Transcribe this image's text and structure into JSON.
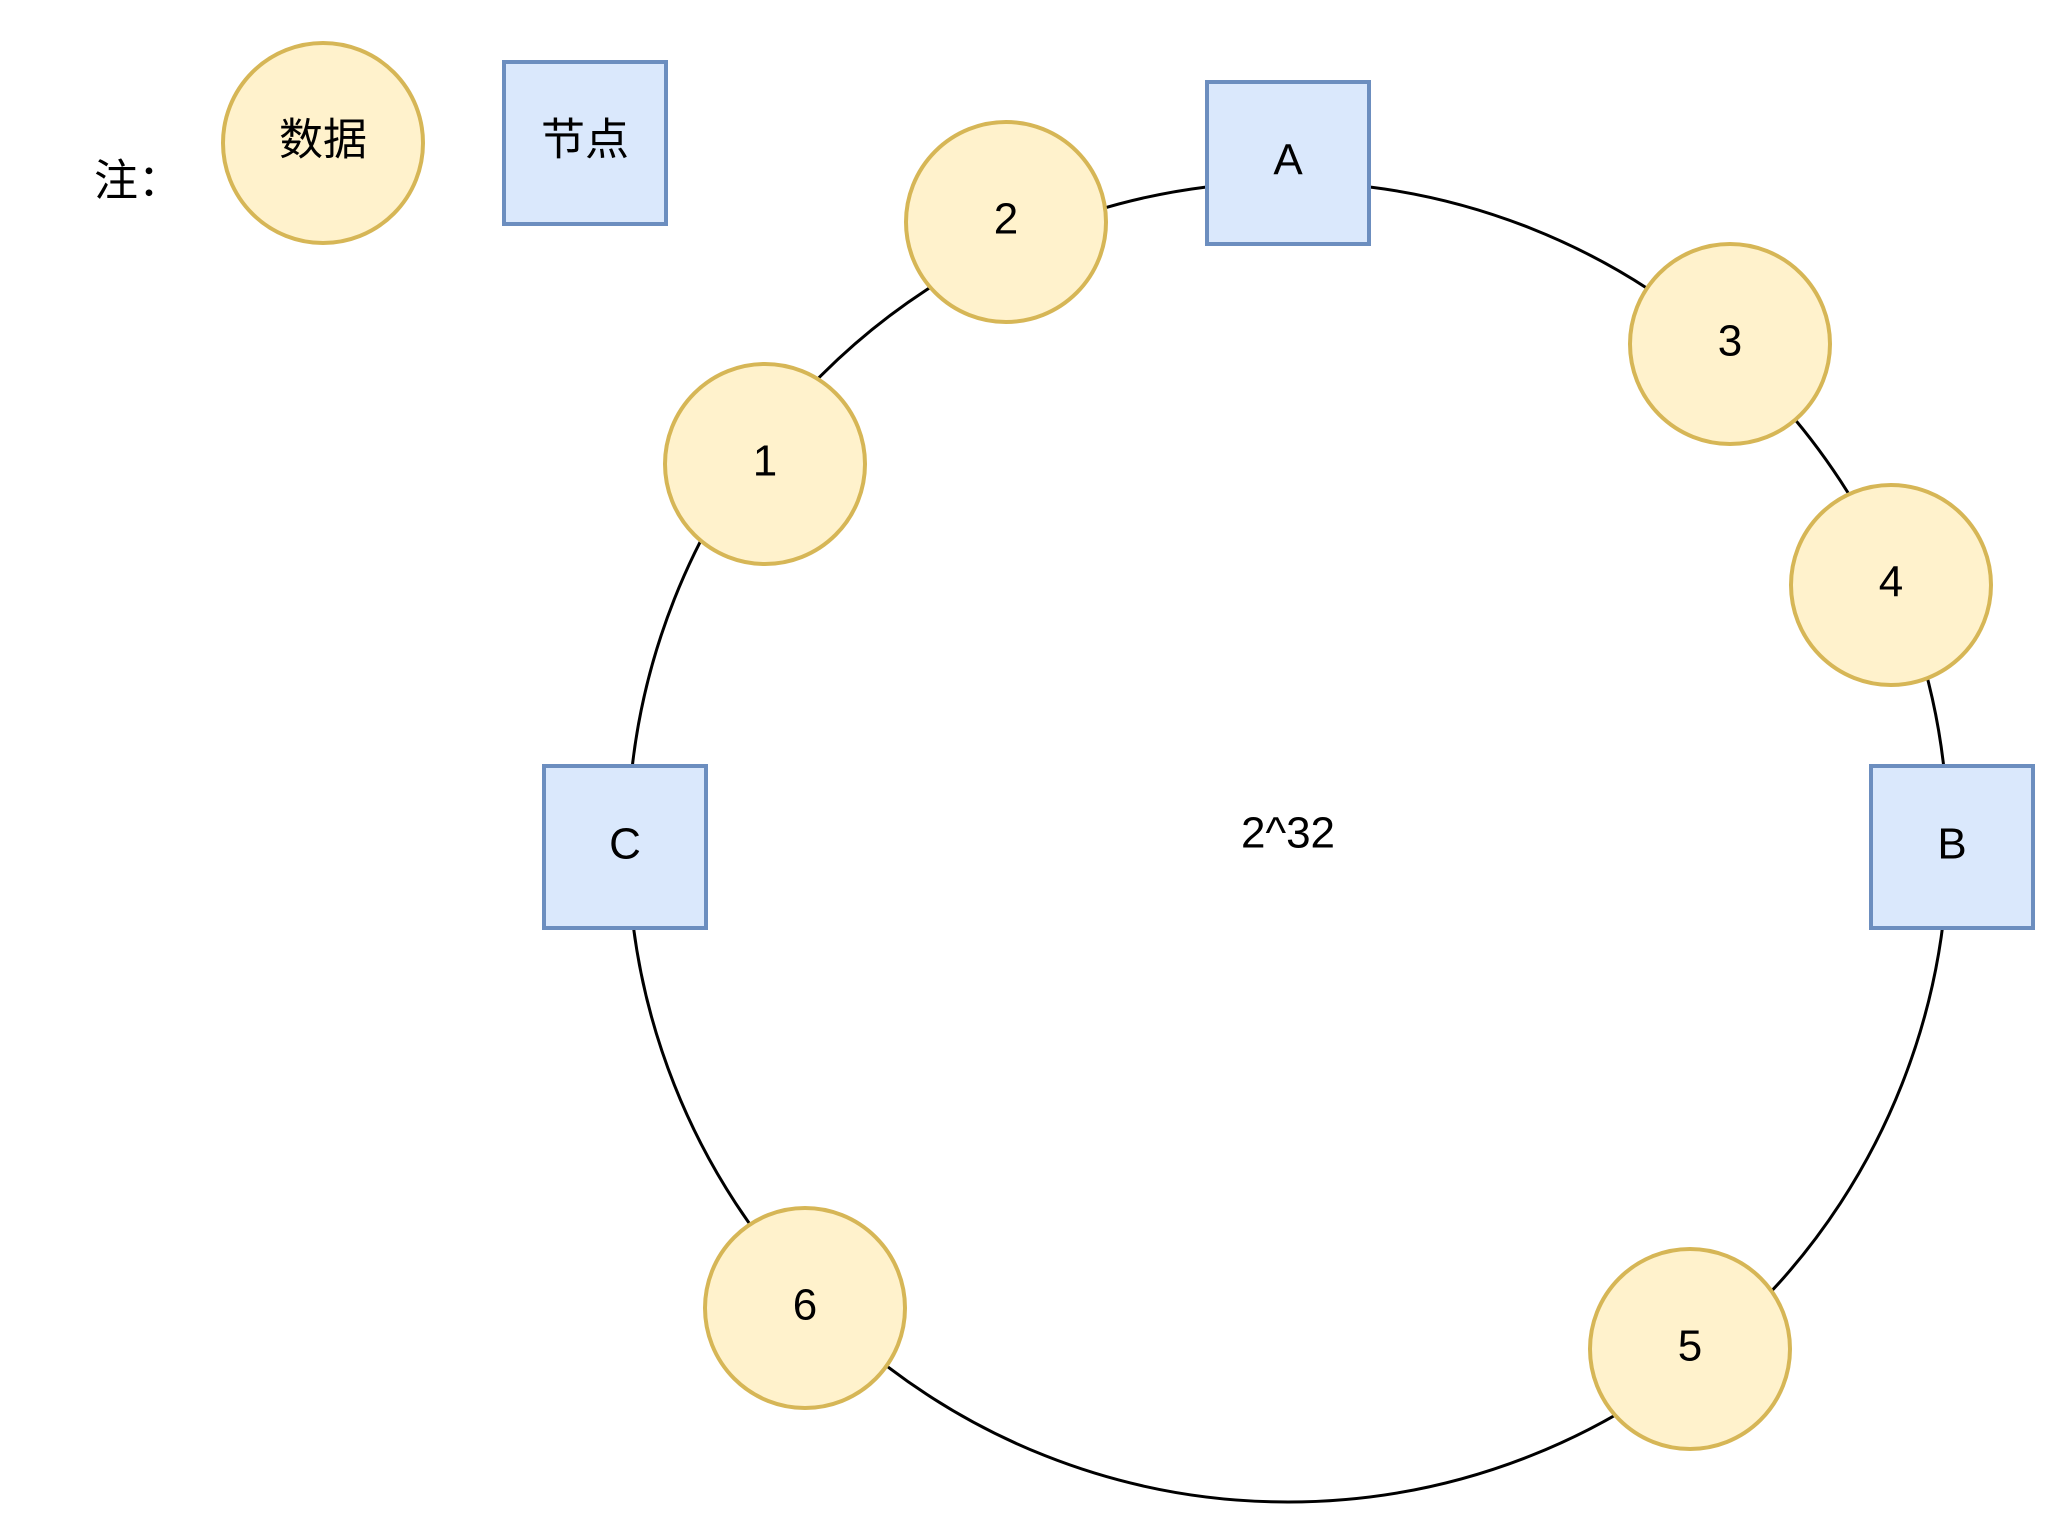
{
  "legend": {
    "prefix": "注：",
    "data_label": "数据",
    "node_label": "节点"
  },
  "ring": {
    "center_label": "2^32"
  },
  "nodes": [
    {
      "id": "A",
      "label": "A"
    },
    {
      "id": "B",
      "label": "B"
    },
    {
      "id": "C",
      "label": "C"
    }
  ],
  "data_items": [
    {
      "id": "1",
      "label": "1"
    },
    {
      "id": "2",
      "label": "2"
    },
    {
      "id": "3",
      "label": "3"
    },
    {
      "id": "4",
      "label": "4"
    },
    {
      "id": "5",
      "label": "5"
    },
    {
      "id": "6",
      "label": "6"
    }
  ],
  "colors": {
    "data_fill": "#fff2cc",
    "data_stroke": "#d6b656",
    "node_fill": "#dae8fc",
    "node_stroke": "#6c8ebf",
    "ring_stroke": "#000000"
  }
}
